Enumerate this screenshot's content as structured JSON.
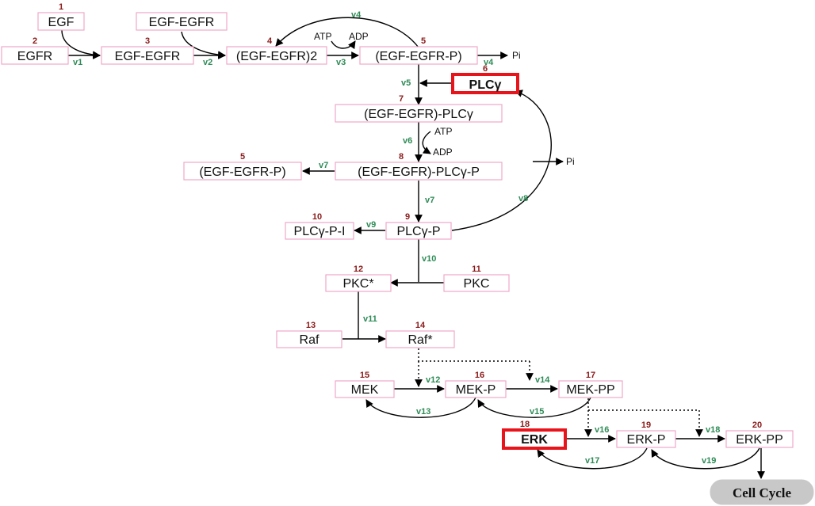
{
  "colors": {
    "box_border": "#f0a8c8",
    "highlight_border": "#e8141c",
    "node_number": "#8b1a1a",
    "reaction_label": "#2e8b57",
    "cell_cycle_fill": "#c8c8c8"
  },
  "nodes": [
    {
      "id": "n1",
      "num": "1",
      "label": "EGF"
    },
    {
      "id": "n2",
      "num": "2",
      "label": "EGFR"
    },
    {
      "id": "n3a",
      "num": "",
      "label": "EGF-EGFR"
    },
    {
      "id": "n3",
      "num": "3",
      "label": "EGF-EGFR"
    },
    {
      "id": "n4",
      "num": "4",
      "label": "(EGF-EGFR)2"
    },
    {
      "id": "n5",
      "num": "5",
      "label": "(EGF-EGFR-P)"
    },
    {
      "id": "n6",
      "num": "6",
      "label": "PLCγ",
      "highlight": true
    },
    {
      "id": "n7",
      "num": "7",
      "label": "(EGF-EGFR)-PLCγ"
    },
    {
      "id": "n5b",
      "num": "5",
      "label": "(EGF-EGFR-P)"
    },
    {
      "id": "n8",
      "num": "8",
      "label": "(EGF-EGFR)-PLCγ-P"
    },
    {
      "id": "n10",
      "num": "10",
      "label": "PLCγ-P-I"
    },
    {
      "id": "n9",
      "num": "9",
      "label": "PLCγ-P"
    },
    {
      "id": "n12",
      "num": "12",
      "label": "PKC*"
    },
    {
      "id": "n11",
      "num": "11",
      "label": "PKC"
    },
    {
      "id": "n13",
      "num": "13",
      "label": "Raf"
    },
    {
      "id": "n14",
      "num": "14",
      "label": "Raf*"
    },
    {
      "id": "n15",
      "num": "15",
      "label": "MEK"
    },
    {
      "id": "n16",
      "num": "16",
      "label": "MEK-P"
    },
    {
      "id": "n17",
      "num": "17",
      "label": "MEK-PP"
    },
    {
      "id": "n18",
      "num": "18",
      "label": "ERK",
      "highlight": true
    },
    {
      "id": "n19",
      "num": "19",
      "label": "ERK-P"
    },
    {
      "id": "n20",
      "num": "20",
      "label": "ERK-PP"
    }
  ],
  "cell_cycle": {
    "label": "Cell Cycle"
  },
  "reactions": [
    "v1",
    "v2",
    "v3",
    "v4",
    "v4",
    "v5",
    "v6",
    "v7",
    "v7",
    "v8",
    "v9",
    "v10",
    "v11",
    "v12",
    "v13",
    "v14",
    "v15",
    "v16",
    "v17",
    "v18",
    "v19"
  ],
  "cofactors": {
    "atp": "ATP",
    "adp": "ADP",
    "pi": "Pi"
  }
}
